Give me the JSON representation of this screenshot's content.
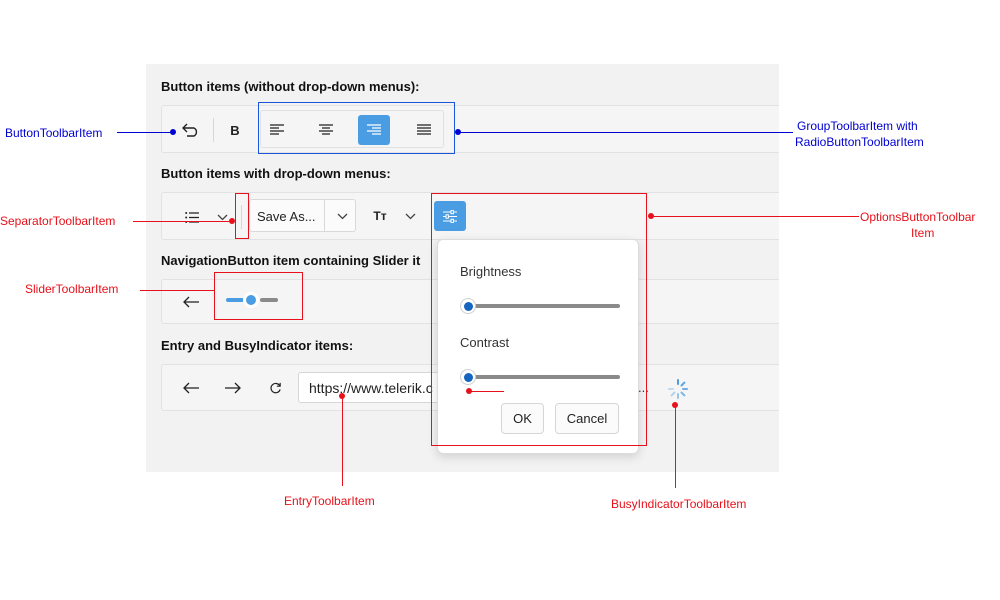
{
  "sections": {
    "s1": "Button items (without drop-down menus):",
    "s2": "Button items with drop-down menus:",
    "s3": "NavigationButton item containing Slider it",
    "s4": "Entry and BusyIndicator items:"
  },
  "toolbar1": {
    "bold_label": "B"
  },
  "toolbar2": {
    "save_label": "Save As...",
    "text_size_label": "Tᴛ"
  },
  "entry": {
    "value": "https://www.telerik.c",
    "overflow": "..."
  },
  "options_popup": {
    "brightness_label": "Brightness",
    "brightness_value": 0,
    "contrast_label": "Contrast",
    "contrast_value": 0,
    "ok_label": "OK",
    "cancel_label": "Cancel"
  },
  "annotations": {
    "button_item": "ButtonToolbarItem",
    "group_item_line1": "GroupToolbarItem with",
    "group_item_line2": "RadioButtonToolbarItem",
    "separator_item": "SeparatorToolbarItem",
    "options_item_line1": "OptionsButtonToolbar",
    "options_item_line2": "Item",
    "slider_item": "SliderToolbarItem",
    "entry_item": "EntryToolbarItem",
    "busy_item": "BusyIndicatorToolbarItem"
  },
  "colors": {
    "accent": "#4a9de2",
    "annotation_blue": "#0000d0",
    "annotation_red": "#e8101a"
  }
}
